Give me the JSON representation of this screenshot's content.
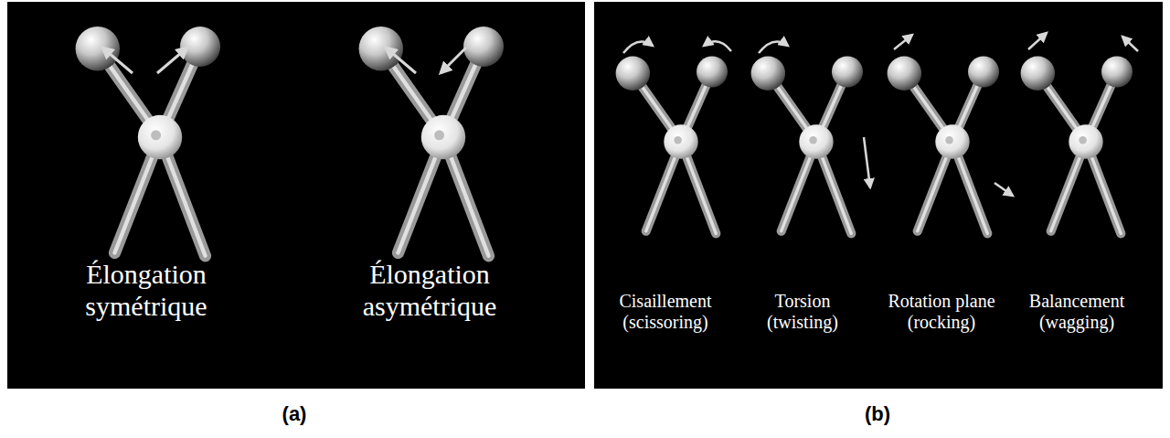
{
  "diagram": {
    "labels": [
      "Élongation symétrique",
      "Élongation asymétrique",
      "Cisaillement (scissoring)",
      "Torsion (twisting)",
      "Rotation plane (rocking)",
      "Balancement (wagging)",
      "(a)",
      "(b)"
    ]
  }
}
